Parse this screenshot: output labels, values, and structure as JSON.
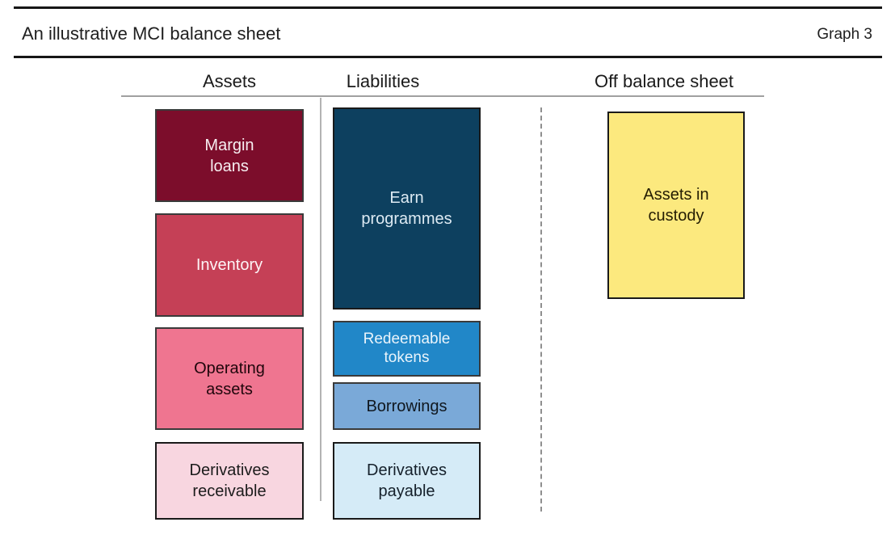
{
  "header": {
    "title": "An illustrative MCI balance sheet",
    "graph_label": "Graph 3"
  },
  "columns": {
    "assets": {
      "label": "Assets",
      "boxes": [
        {
          "id": "margin-loans",
          "label": "Margin\nloans",
          "fill": "#7c0d2b",
          "text_color": "#f7eef1"
        },
        {
          "id": "inventory",
          "label": "Inventory",
          "fill": "#c54056",
          "text_color": "#fdf4f6"
        },
        {
          "id": "operating-assets",
          "label": "Operating\nassets",
          "fill": "#ef7590",
          "text_color": "#20060c"
        },
        {
          "id": "derivatives-receivable",
          "label": "Derivatives\nreceivable",
          "fill": "#f8d6e0",
          "text_color": "#1c1c1c"
        }
      ]
    },
    "liabilities": {
      "label": "Liabilities",
      "boxes": [
        {
          "id": "earn-programmes",
          "label": "Earn\nprogrammes",
          "fill": "#0d405f",
          "text_color": "#ddeaf3"
        },
        {
          "id": "redeemable-tokens",
          "label": "Redeemable\ntokens",
          "fill": "#2187c8",
          "text_color": "#eaf4fb"
        },
        {
          "id": "borrowings",
          "label": "Borrowings",
          "fill": "#7aa9d8",
          "text_color": "#101820"
        },
        {
          "id": "derivatives-payable",
          "label": "Derivatives\npayable",
          "fill": "#d5ebf7",
          "text_color": "#15202b"
        }
      ]
    },
    "off_balance_sheet": {
      "label": "Off balance sheet",
      "boxes": [
        {
          "id": "assets-in-custody",
          "label": "Assets in\ncustody",
          "fill": "#fce97e",
          "text_color": "#241d03"
        }
      ]
    }
  }
}
